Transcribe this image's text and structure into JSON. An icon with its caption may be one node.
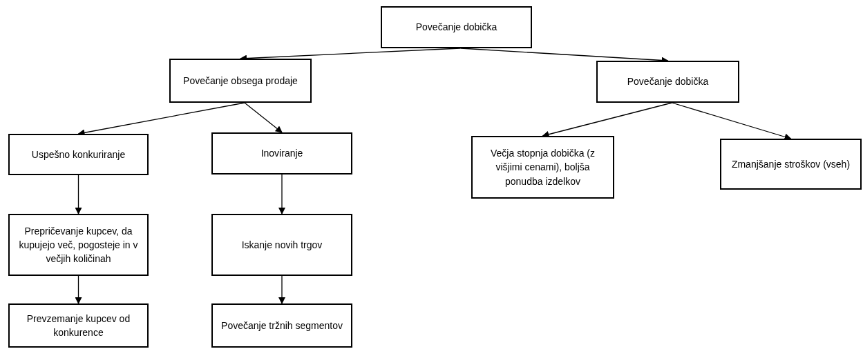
{
  "diagram": {
    "nodes": [
      {
        "text": [
          "Povečanje dobička"
        ]
      },
      {
        "text": [
          "Povečanje obsega prodaje"
        ]
      },
      {
        "text": [
          "Povečanje dobička"
        ]
      },
      {
        "text": [
          "Uspešno konkuriranje"
        ]
      },
      {
        "text": [
          "Inoviranje"
        ]
      },
      {
        "text": [
          "Prepričevanje kupcev, da kupujejo več, pogosteje in v večjih količinah"
        ]
      },
      {
        "text": [
          "Iskanje novih trgov"
        ]
      },
      {
        "text": [
          "Prevzemanje kupcev od konkurence"
        ]
      },
      {
        "text": [
          "Povečanje tržnih segmentov"
        ]
      },
      {
        "text": [
          "Večja stopnja dobička (z višjimi cenami), boljša ponudba izdelkov"
        ]
      },
      {
        "text": [
          "Zmanjšanje stroškov (vseh)"
        ]
      }
    ],
    "edges": [
      {
        "from": 0,
        "to": 1,
        "arrow": "to"
      },
      {
        "from": 0,
        "to": 2,
        "arrow": "to"
      },
      {
        "from": 1,
        "to": 3,
        "arrow": "to"
      },
      {
        "from": 1,
        "to": 4,
        "arrow": "to"
      },
      {
        "from": 2,
        "to": 9,
        "arrow": "to"
      },
      {
        "from": 2,
        "to": 10,
        "arrow": "to"
      },
      {
        "from": 3,
        "to": 5,
        "arrow": "to"
      },
      {
        "from": 5,
        "to": 7,
        "arrow": "to"
      },
      {
        "from": 4,
        "to": 6,
        "arrow": "to"
      },
      {
        "from": 6,
        "to": 8,
        "arrow": "to"
      }
    ]
  }
}
